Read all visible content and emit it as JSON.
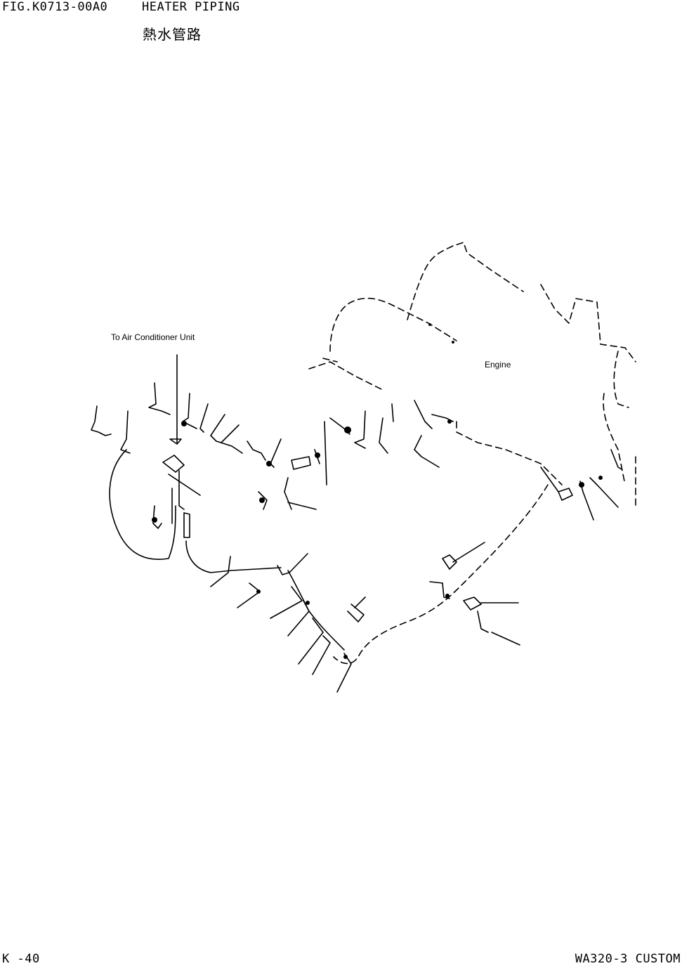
{
  "header": {
    "figure_number": "FIG.K0713-00A0",
    "title": "HEATER PIPING",
    "title_japanese": "熱水管路"
  },
  "diagram": {
    "labels": {
      "air_conditioner": "To Air Conditioner Unit",
      "engine": "Engine"
    }
  },
  "footer": {
    "page": "K -40",
    "model": "WA320-3 CUSTOM"
  }
}
